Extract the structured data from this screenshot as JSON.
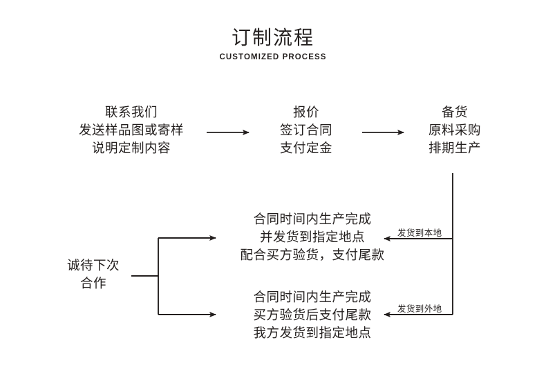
{
  "header": {
    "title": "订制流程",
    "subtitle": "CUSTOMIZED PROCESS"
  },
  "colors": {
    "ink": "#231f1e",
    "background": "#ffffff"
  },
  "flow": {
    "nodes": [
      {
        "id": "contact",
        "lines": [
          "联系我们",
          "发送样品图或寄样",
          "说明定制内容"
        ]
      },
      {
        "id": "quote",
        "lines": [
          "报价",
          "签订合同",
          "支付定金"
        ]
      },
      {
        "id": "stock",
        "lines": [
          "备货",
          "原料采购",
          "排期生产"
        ]
      },
      {
        "id": "branch-local",
        "lines": [
          "合同时间内生产完成",
          "并发货到指定地点",
          "配合买方验货，支付尾款"
        ]
      },
      {
        "id": "branch-remote",
        "lines": [
          "合同时间内生产完成",
          "买方验货后支付尾款",
          "我方发货到指定地点"
        ]
      },
      {
        "id": "closing",
        "lines": [
          "诚待下次",
          "合作"
        ]
      }
    ],
    "edge_labels": [
      {
        "id": "ship-local",
        "text": "发货到本地"
      },
      {
        "id": "ship-remote",
        "text": "发货到外地"
      }
    ]
  }
}
